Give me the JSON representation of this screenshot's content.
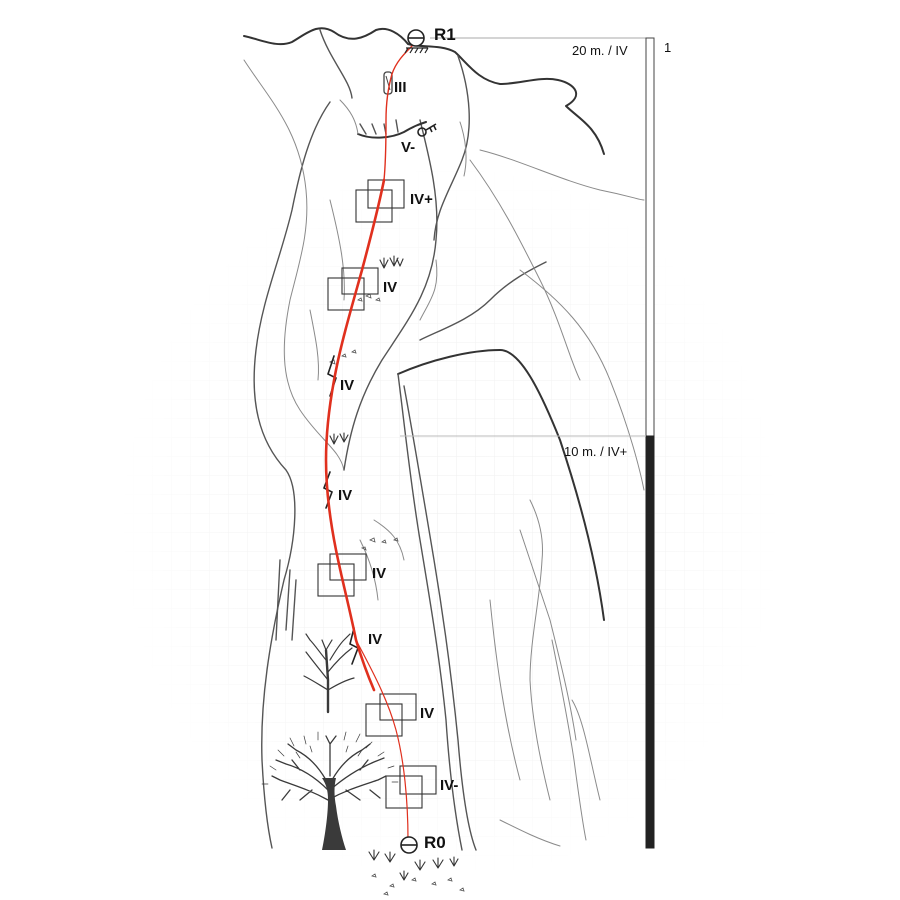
{
  "stations": {
    "top": "R1",
    "bottom": "R0"
  },
  "pitch": {
    "number": "1",
    "upper_section": "20 m. / IV",
    "lower_section": "10 m. / IV+"
  },
  "grades": [
    "III",
    "V-",
    "IV+",
    "IV",
    "IV",
    "IV",
    "IV",
    "IV",
    "IV",
    "IV-"
  ],
  "colors": {
    "route": "#e0301e",
    "rock": "#333333",
    "scale_dark": "#222222"
  },
  "icons": {
    "anchor": "belay-anchor-icon",
    "peg": "piton-icon",
    "crack": "crack-icon",
    "vegetation": "grass-tuft-icon",
    "tree": "tree-icon"
  }
}
